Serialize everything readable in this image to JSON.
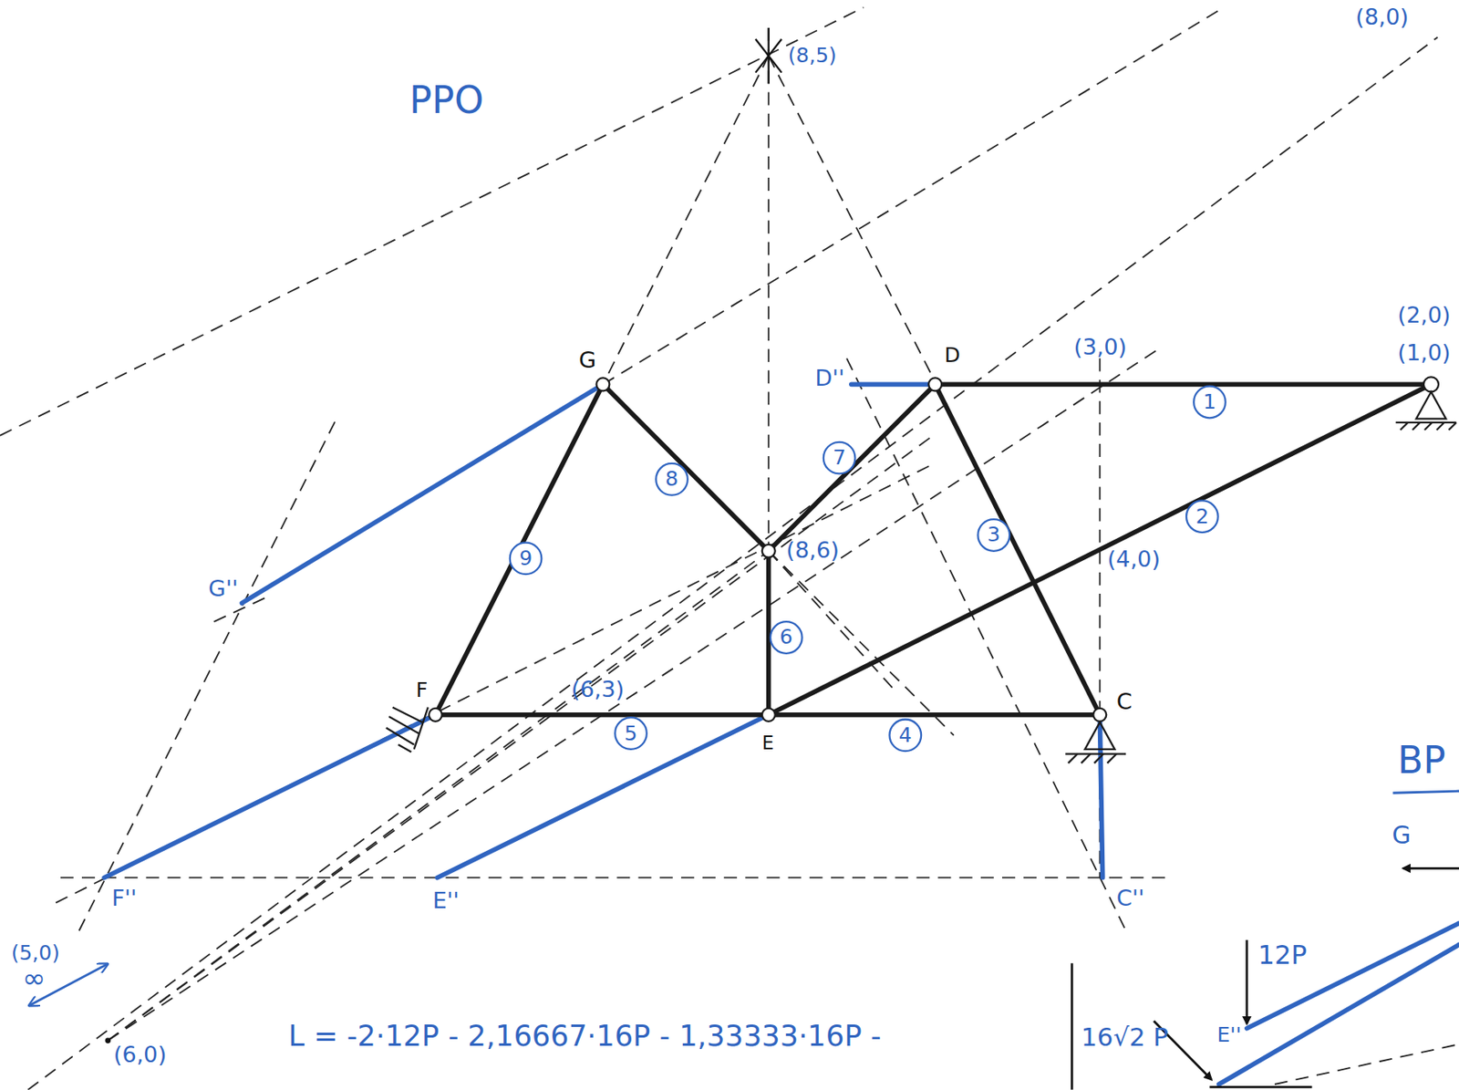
{
  "diagram": {
    "nodes": [
      {
        "text": [
          "1"
        ]
      },
      {
        "text": [
          "2"
        ]
      },
      {
        "text": [
          "3"
        ]
      },
      {
        "text": [
          "4"
        ]
      },
      {
        "text": [
          "5"
        ]
      },
      {
        "text": [
          "6"
        ]
      },
      {
        "text": [
          "7"
        ]
      },
      {
        "text": [
          "8"
        ]
      },
      {
        "text": [
          "9"
        ]
      }
    ],
    "labels": [
      "PPO",
      "(8,5)",
      "G",
      "D''",
      "D",
      "(3,0)",
      "(2,0)",
      "(1,0)",
      "(8,0)",
      "G''",
      "(8,6)",
      "(4,0)",
      "F",
      "(6,3)",
      "E",
      "C",
      "F''",
      "E''",
      "C''",
      "(5,0)",
      "∞",
      "(6,0)",
      "L = -2·12P - 2,16667·16P - 1,33333·16P -",
      "16√2 P",
      "12P",
      "E''",
      "BP",
      "G"
    ]
  }
}
